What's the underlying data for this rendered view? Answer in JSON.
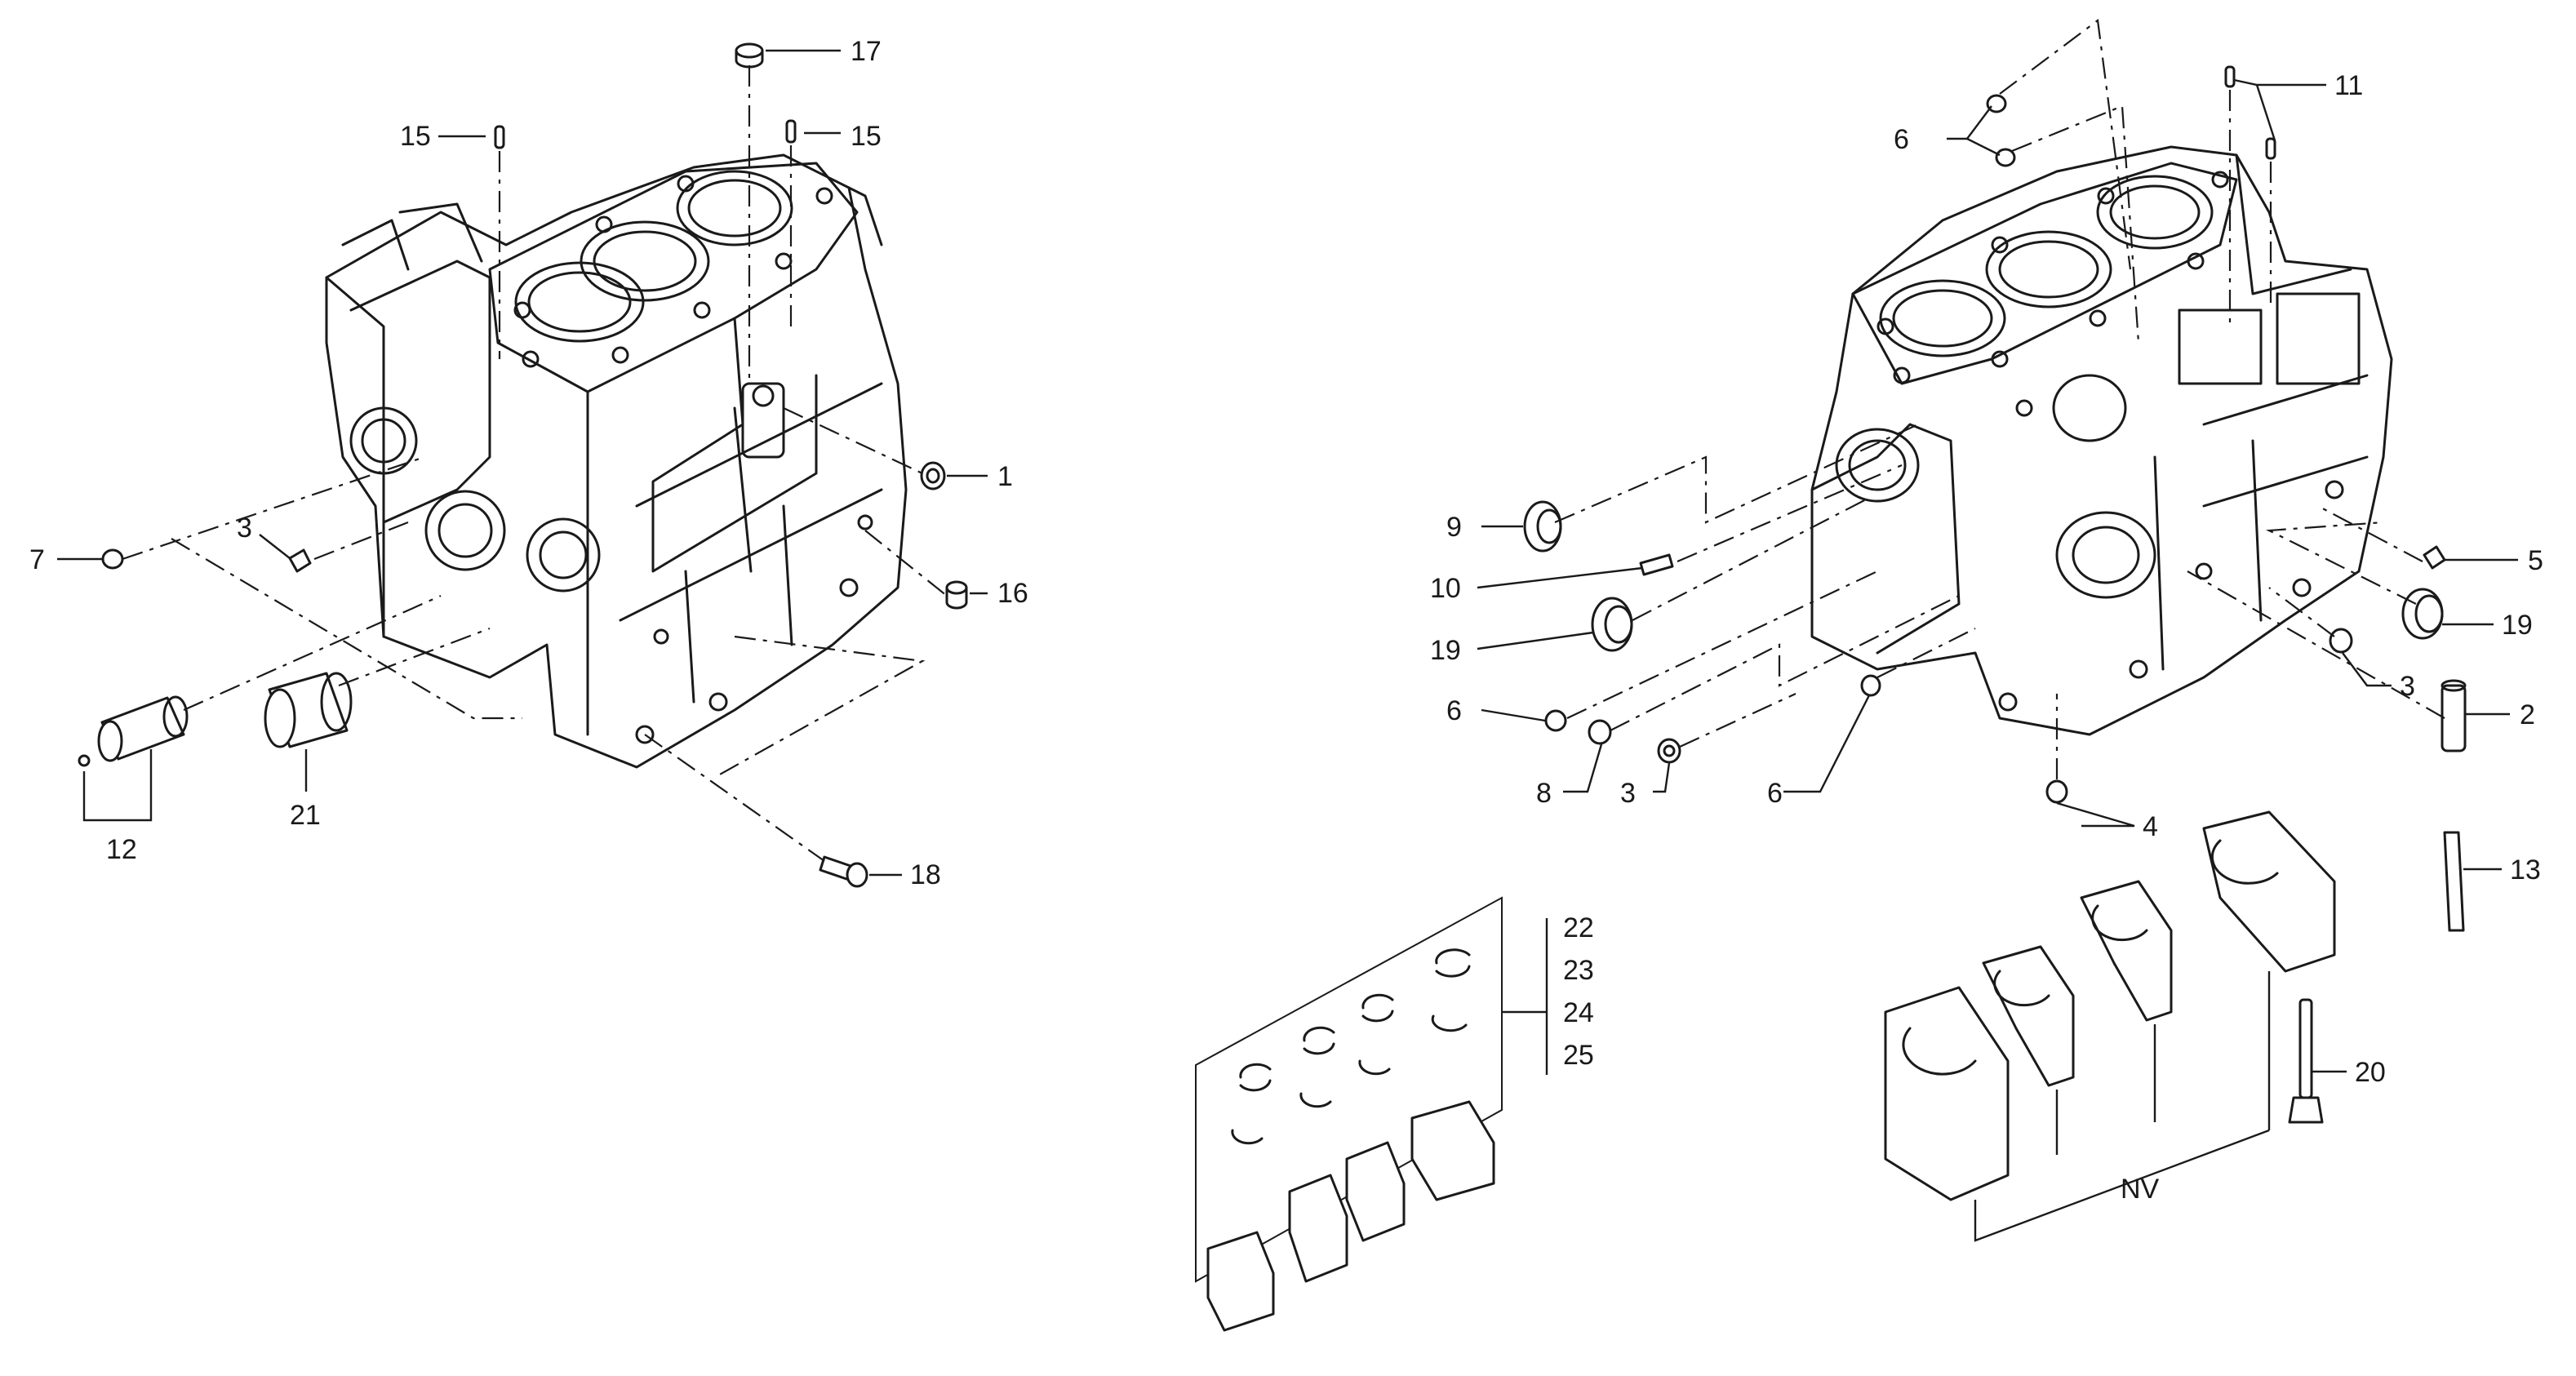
{
  "callouts": {
    "c1": "1",
    "c2": "2",
    "c3a": "3",
    "c3b": "3",
    "c3c": "3",
    "c4": "4",
    "c5": "5",
    "c6a": "6",
    "c6b": "6",
    "c6c": "6",
    "c7": "7",
    "c8": "8",
    "c9": "9",
    "c10": "10",
    "c11": "11",
    "c12": "12",
    "c13": "13",
    "c15a": "15",
    "c15b": "15",
    "c16": "16",
    "c17": "17",
    "c18": "18",
    "c19a": "19",
    "c19b": "19",
    "c20": "20",
    "c21": "21",
    "c22": "22",
    "c23": "23",
    "c24": "24",
    "c25": "25",
    "cnv": "NV"
  }
}
